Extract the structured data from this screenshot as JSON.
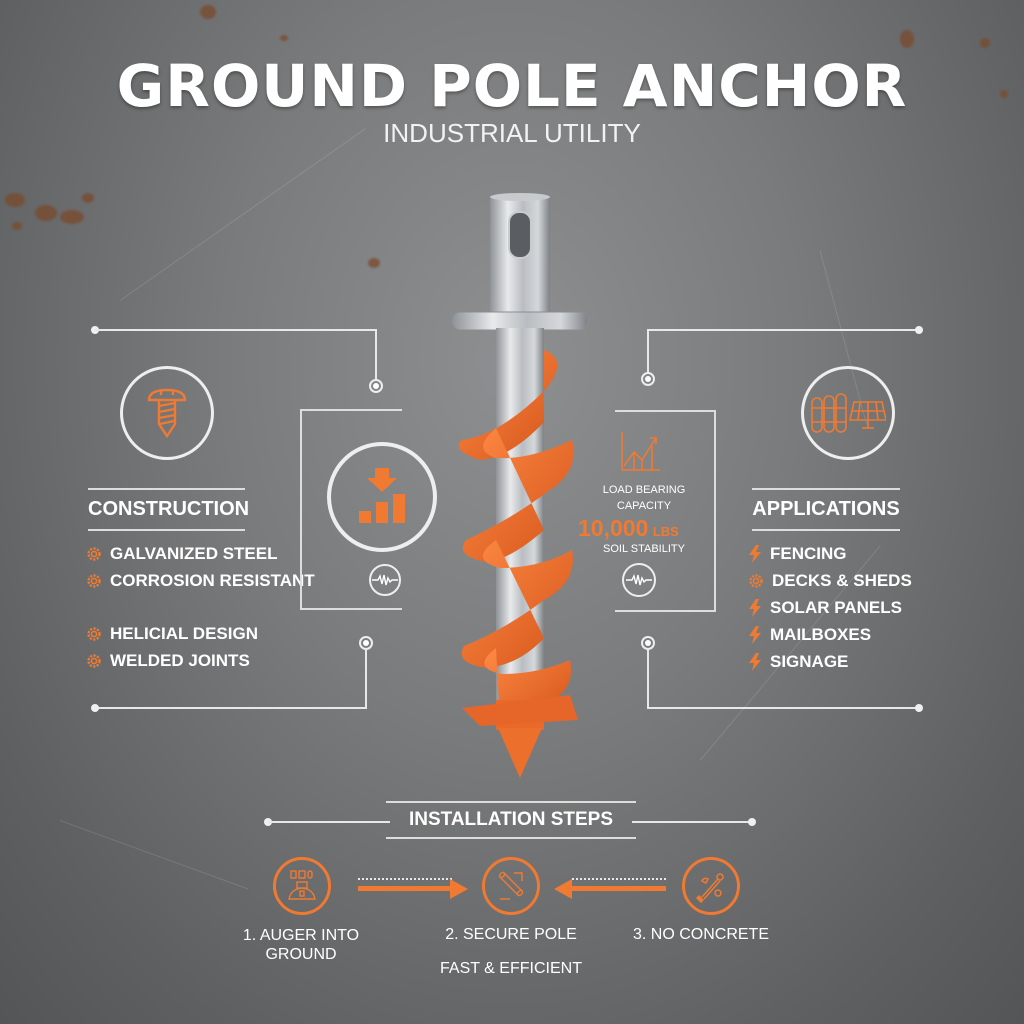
{
  "header": {
    "title": "GROUND POLE ANCHOR",
    "subtitle": "INDUSTRIAL UTILITY"
  },
  "colors": {
    "accent": "#f07a32",
    "background": "#7a7b7c",
    "text": "#ffffff",
    "lines": "#e8e8e8"
  },
  "construction": {
    "icon": "screw-icon",
    "heading": "CONSTRUCTION",
    "items": [
      {
        "icon": "gear-icon",
        "label": "GALVANIZED STEEL"
      },
      {
        "icon": "gear-icon",
        "label": "CORROSION RESISTANT"
      },
      {
        "icon": "gear-icon",
        "label": "HELICIAL DESIGN"
      },
      {
        "icon": "gear-icon",
        "label": "WELDED JOINTS"
      }
    ]
  },
  "left_panel": {
    "icon": "bar-chart-down-arrow-icon",
    "sub_icon": "waveform-icon"
  },
  "right_panel": {
    "icon": "line-chart-up-icon",
    "load_label": "LOAD BEARING CAPACITY",
    "load_value": "10,000",
    "load_unit": "LBS",
    "stability_label": "SOIL STABILITY",
    "sub_icon": "waveform-icon"
  },
  "applications": {
    "icon": "fence-solar-panel-icon",
    "heading": "APPLICATIONS",
    "items": [
      {
        "icon": "bolt-icon",
        "label": "FENCING"
      },
      {
        "icon": "gear-icon",
        "label": "DECKS & SHEDS"
      },
      {
        "icon": "bolt-icon",
        "label": "SOLAR PANELS"
      },
      {
        "icon": "bolt-icon",
        "label": "MAILBOXES"
      },
      {
        "icon": "bolt-icon",
        "label": "SIGNAGE"
      }
    ]
  },
  "installation": {
    "heading": "INSTALLATION STEPS",
    "steps": [
      {
        "icon": "auger-machine-icon",
        "label_line1": "1. AUGER INTO",
        "label_line2": "GROUND"
      },
      {
        "icon": "pole-icon",
        "label_line1": "2. SECURE POLE",
        "label_line2": ""
      },
      {
        "icon": "wrench-icon",
        "label_line1": "3. NO CONCRETE",
        "label_line2": ""
      }
    ],
    "tagline": "FAST & EFFICIENT"
  }
}
